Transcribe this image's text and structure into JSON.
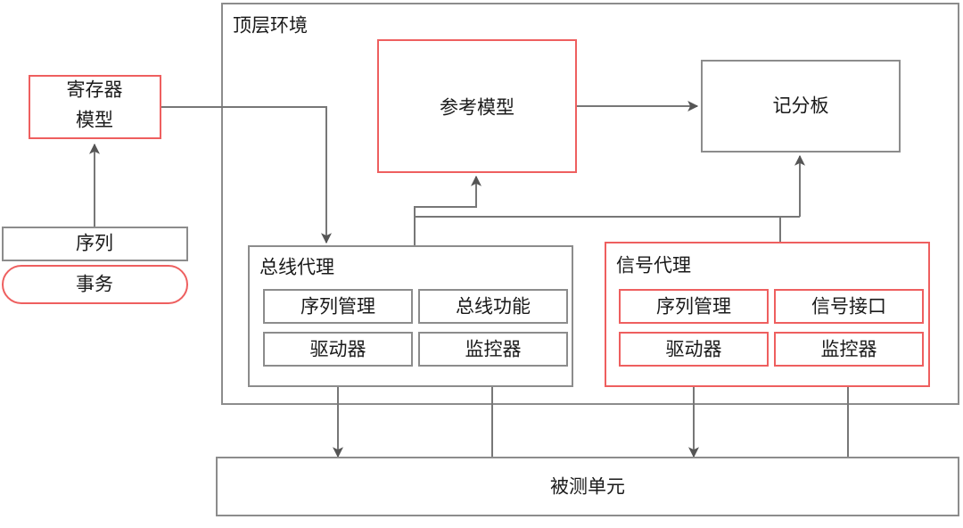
{
  "diagram": {
    "title": "顶层环境",
    "colors": {
      "accent_red": "#ee5f5f",
      "border_gray": "#8c8c8c",
      "connector_gray": "#777777",
      "text": "#1a1a1a",
      "background": "#ffffff"
    },
    "nodes": {
      "top_env": {
        "label": "顶层环境",
        "style": "gray"
      },
      "register_model": {
        "label_line1": "寄存器",
        "label_line2": "模型",
        "style": "red"
      },
      "sequence": {
        "label": "序列",
        "style": "gray"
      },
      "transaction": {
        "label": "事务",
        "style": "red-rounded"
      },
      "reference_model": {
        "label": "参考模型",
        "style": "red"
      },
      "scoreboard": {
        "label": "记分板",
        "style": "gray"
      },
      "bus_agent": {
        "label": "总线代理",
        "style": "gray",
        "children": [
          {
            "label": "序列管理",
            "style": "gray"
          },
          {
            "label": "总线功能",
            "style": "gray"
          },
          {
            "label": "驱动器",
            "style": "gray"
          },
          {
            "label": "监控器",
            "style": "gray"
          }
        ]
      },
      "signal_agent": {
        "label": "信号代理",
        "style": "red",
        "children": [
          {
            "label": "序列管理",
            "style": "red"
          },
          {
            "label": "信号接口",
            "style": "red"
          },
          {
            "label": "驱动器",
            "style": "red"
          },
          {
            "label": "监控器",
            "style": "red"
          }
        ]
      },
      "dut": {
        "label": "被测单元",
        "style": "gray"
      }
    },
    "connections": [
      {
        "from": "sequence",
        "to": "register_model",
        "arrow": "up"
      },
      {
        "from": "register_model",
        "to": "bus_agent",
        "arrow": "down"
      },
      {
        "from": "reference_model",
        "to": "scoreboard",
        "arrow": "right"
      },
      {
        "from": "bus_agent",
        "to": "reference_model",
        "arrow": "up"
      },
      {
        "from": "signal_agent",
        "to": "reference_model",
        "arrow": "up"
      },
      {
        "from": "bus_agent",
        "to": "scoreboard",
        "arrow": "up"
      },
      {
        "from": "signal_agent",
        "to": "scoreboard",
        "arrow": "up"
      },
      {
        "from": "bus_agent_driver",
        "to": "dut",
        "arrow": "down"
      },
      {
        "from": "dut",
        "to": "bus_agent_monitor",
        "arrow": "up"
      },
      {
        "from": "signal_agent_driver",
        "to": "dut",
        "arrow": "down"
      },
      {
        "from": "dut",
        "to": "signal_agent_monitor",
        "arrow": "up"
      }
    ]
  }
}
